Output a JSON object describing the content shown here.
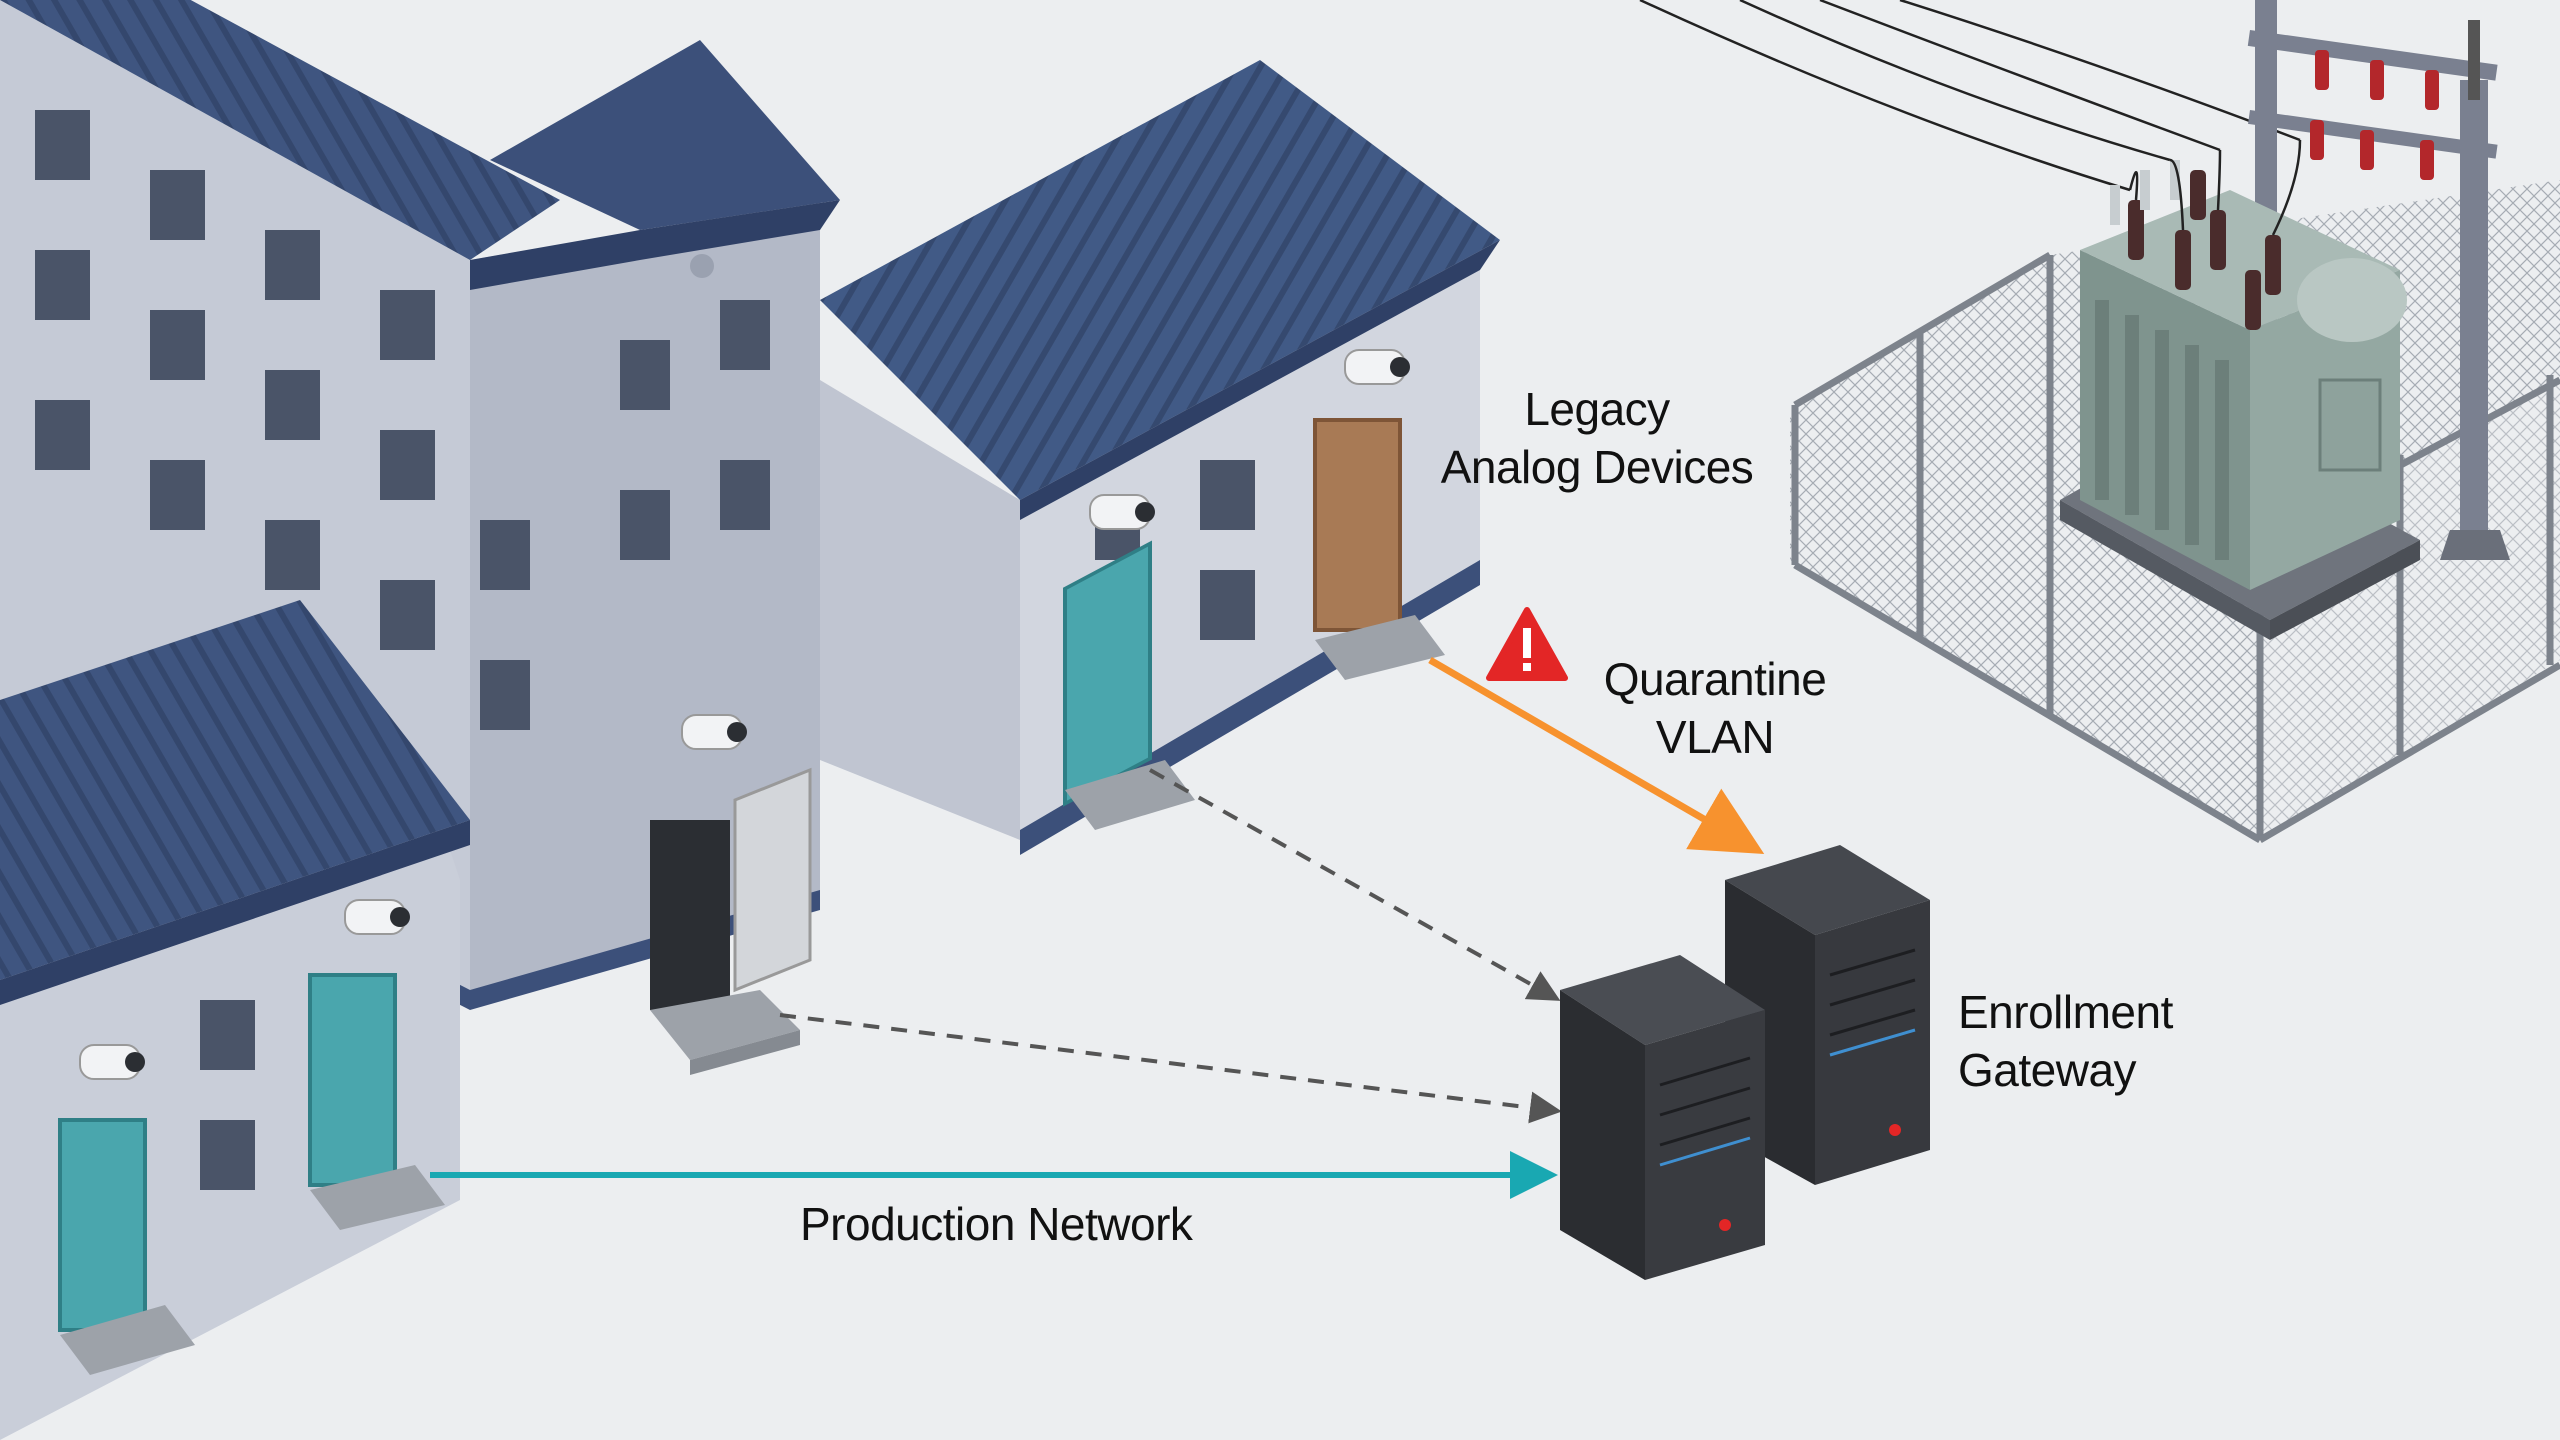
{
  "labels": {
    "legacy_line1": "Legacy",
    "legacy_line2": "Analog Devices",
    "quarantine_line1": "Quarantine",
    "quarantine_line2": "VLAN",
    "enrollment_line1": "Enrollment",
    "enrollment_line2": "Gateway",
    "production": "Production Network"
  },
  "colors": {
    "quarantine_arrow": "#f7922e",
    "production_arrow": "#19a8b2",
    "dashed_link": "#555555",
    "warning": "#e32626",
    "roof": "#3f5580",
    "wall": "#c3c8d4",
    "door_teal": "#4aa6ad",
    "door_brown": "#a87a55",
    "server": "#2e3034",
    "background": "#eceef0"
  },
  "icons": [
    "warning-icon",
    "security-camera-icon",
    "server-icon",
    "transformer-icon",
    "chain-link-fence",
    "power-pole"
  ]
}
